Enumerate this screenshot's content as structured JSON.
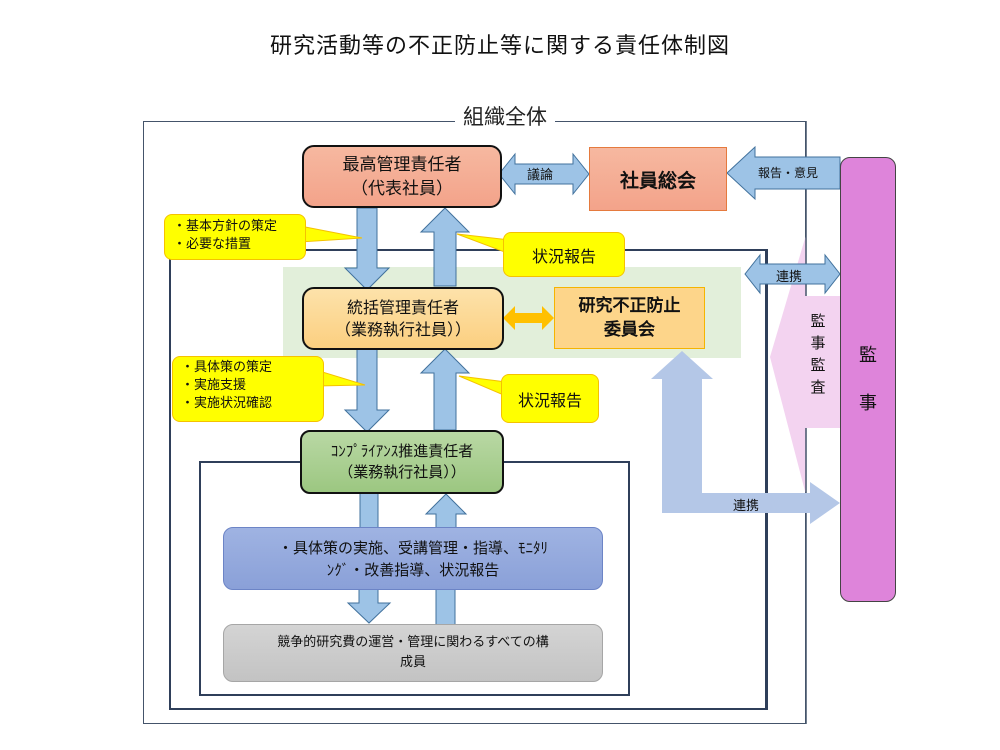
{
  "title": "研究活動等の不正防止等に関する責任体制図",
  "organization_label": "組織全体",
  "top_manager": {
    "line1": "最高管理責任者",
    "line2": "（代表社員）"
  },
  "debate_arrow_label": "議論",
  "general_assembly": "社員総会",
  "report_opinion_arrow_label": "報告・意見",
  "callout_top_left": {
    "items": [
      "・基本方針の策定",
      "・必要な措置"
    ]
  },
  "callout_top_right": "状況報告",
  "coordination_label_top": "連携",
  "general_manager": {
    "line1": "統括管理責任者",
    "line2": "（業務執行社員））"
  },
  "committee": {
    "line1": "研究不正防止",
    "line2": "委員会"
  },
  "audit_label": [
    "監",
    "事",
    "監",
    "査"
  ],
  "auditor": [
    "監",
    "事"
  ],
  "callout_mid_left": {
    "items": [
      "・具体策の策定",
      "・実施支援",
      "・実施状況確認"
    ]
  },
  "callout_mid_right": "状況報告",
  "compliance_manager": {
    "line1": "ｺﾝﾌﾟﾗｲｱﾝｽ推進責任者",
    "line2": "（業務執行社員））"
  },
  "coordination_label_bottom": "連携",
  "activities_box": {
    "line1": "・具体策の実施、受講管理・指導、ﾓﾆﾀﾘ",
    "line2": "ﾝｸﾞ・改善指導、状況報告"
  },
  "members_box": {
    "line1": "競争的研究費の運営・管理に関わるすべての構",
    "line2": "成員"
  },
  "colors": {
    "arrow_blue": "#9dc3e6",
    "arrow_outline": "#41719c",
    "callout_yellow": "#ffff00",
    "callout_border": "#f5c200",
    "auditor_purple": "#de84da",
    "audit_pink": "#f3d3f0",
    "light_blue_arrow": "#b4c7e7",
    "orange_arrow": "#ffc000"
  }
}
